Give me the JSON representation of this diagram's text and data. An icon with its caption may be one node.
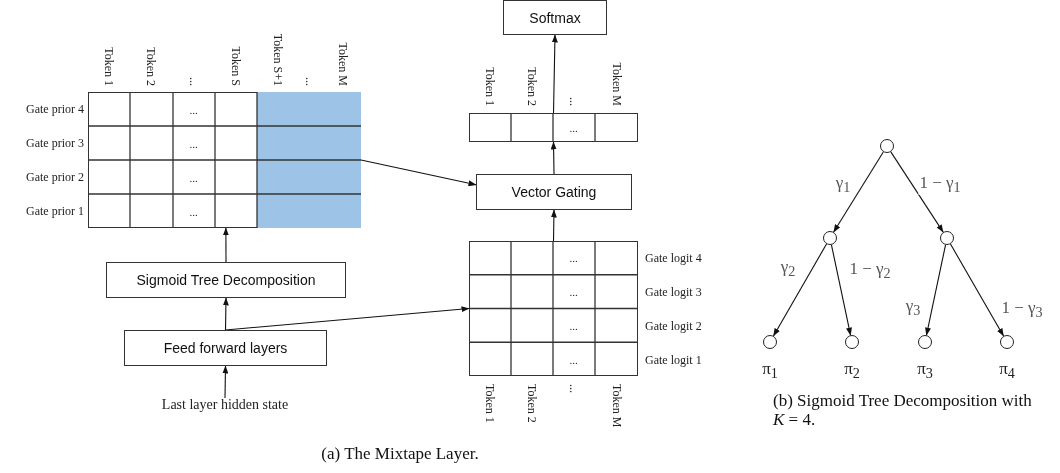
{
  "diagram": {
    "nodes": [
      {
        "text": [
          "Softmax"
        ]
      },
      {
        "text": [
          "..."
        ],
        "beside": [
          "Token 1",
          "Token 2",
          "...",
          "Token M"
        ]
      },
      {
        "text": [
          "Vector Gating"
        ]
      },
      {
        "text": [
          "...",
          "...",
          "...",
          "..."
        ],
        "beside": [
          "Token 1",
          "Token 2",
          "...",
          "Token S",
          "Token S+1",
          "...",
          "Token M",
          "Gate prior 4",
          "Gate prior 3",
          "Gate prior 2",
          "Gate prior 1"
        ]
      },
      {
        "text": [
          "Sigmoid Tree Decomposition"
        ]
      },
      {
        "text": [
          "Feed forward layers"
        ]
      },
      {
        "text": [
          "Last layer hidden state"
        ]
      },
      {
        "text": [
          "...",
          "...",
          "...",
          "..."
        ],
        "beside": [
          "Gate logit 4",
          "Gate logit 3",
          "Gate logit 2",
          "Gate logit 1",
          "Token 1",
          "Token 2",
          "...",
          "Token M"
        ]
      },
      {
        "text": [],
        "shape": "circle"
      },
      {
        "text": [],
        "shape": "circle"
      },
      {
        "text": [],
        "shape": "circle"
      },
      {
        "text": [],
        "shape": "circle",
        "beside": [
          "π$_{1}$"
        ]
      },
      {
        "text": [],
        "shape": "circle",
        "beside": [
          "π$_{2}$"
        ]
      },
      {
        "text": [],
        "shape": "circle",
        "beside": [
          "π$_{3}$"
        ]
      },
      {
        "text": [],
        "shape": "circle",
        "beside": [
          "π$_{4}$"
        ]
      }
    ],
    "edges": [
      {
        "from": 1,
        "to": 0,
        "arrow": "to"
      },
      {
        "from": 2,
        "to": 1,
        "arrow": "to"
      },
      {
        "from": 7,
        "to": 2,
        "arrow": "to"
      },
      {
        "from": 3,
        "to": 2,
        "arrow": "to"
      },
      {
        "from": 4,
        "to": 3,
        "arrow": "to"
      },
      {
        "from": 5,
        "to": 4,
        "arrow": "to"
      },
      {
        "from": 5,
        "to": 7,
        "arrow": "to"
      },
      {
        "from": 6,
        "to": 5,
        "arrow": "to"
      },
      {
        "from": 8,
        "to": 9,
        "arrow": "to",
        "label": "γ$_{1}$"
      },
      {
        "from": 8,
        "to": 10,
        "arrow": "to",
        "label": "1 − γ$_{1}$"
      },
      {
        "from": 9,
        "to": 11,
        "arrow": "to",
        "label": "γ$_{2}$"
      },
      {
        "from": 9,
        "to": 12,
        "arrow": "to",
        "label": "1 − γ$_{2}$"
      },
      {
        "from": 10,
        "to": 13,
        "arrow": "to",
        "label": "γ$_{3}$"
      },
      {
        "from": 10,
        "to": 14,
        "arrow": "to",
        "label": "1 − γ$_{3}$"
      }
    ],
    "labels": [
      "(a) The Mixtape Layer.",
      "(b) Sigmoid Tree Decomposition with *K* = 4."
    ]
  }
}
